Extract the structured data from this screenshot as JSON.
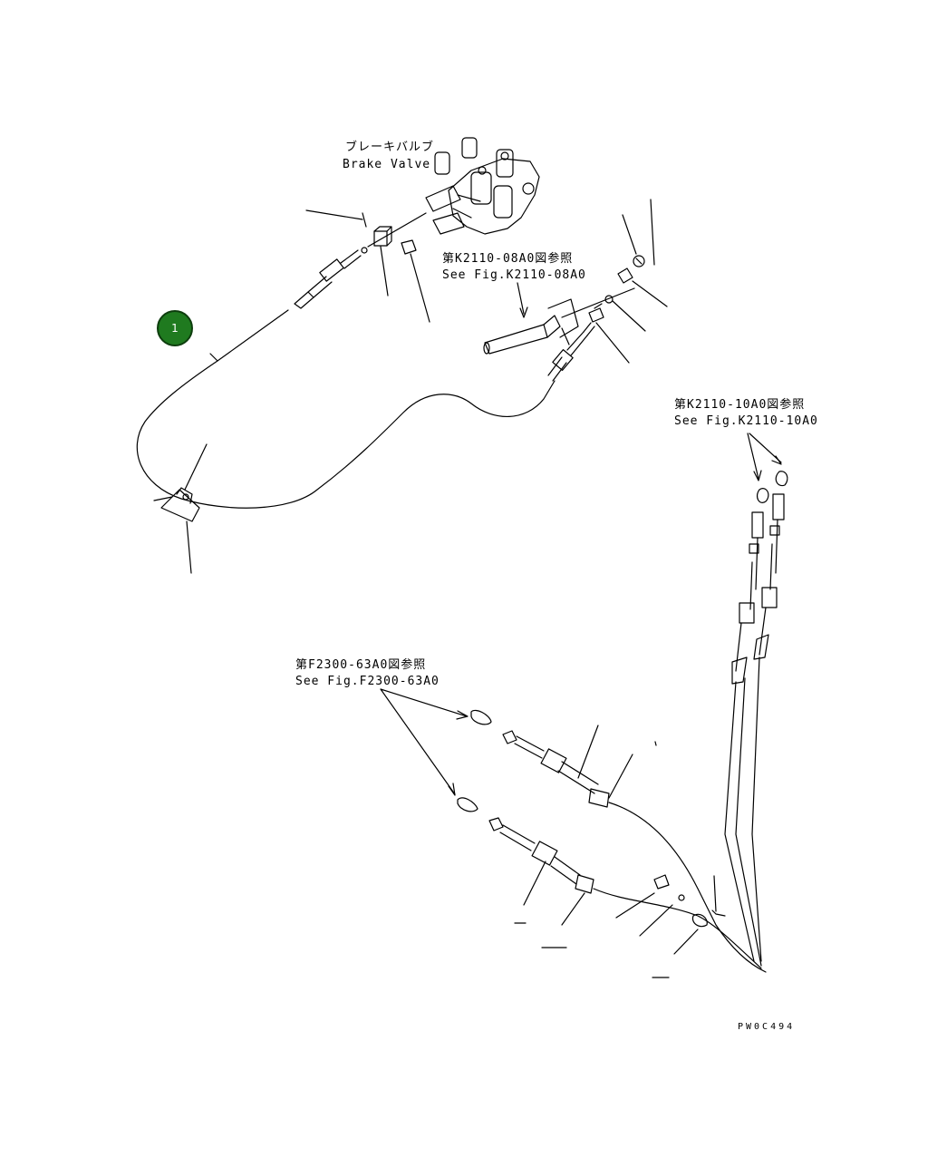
{
  "labels": {
    "brake_valve_jp": "ブレーキバルブ",
    "brake_valve_en": "Brake Valve",
    "ref1_jp": "第K2110-08A0図参照",
    "ref1_en": "See Fig.K2110-08A0",
    "ref2_jp": "第K2110-10A0図参照",
    "ref2_en": "See Fig.K2110-10A0",
    "ref3_jp": "第F2300-63A0図参照",
    "ref3_en": "See Fig.F2300-63A0"
  },
  "callout": {
    "number": "1",
    "color": "#1f7a1f"
  },
  "drawing_code": "PW0C494"
}
